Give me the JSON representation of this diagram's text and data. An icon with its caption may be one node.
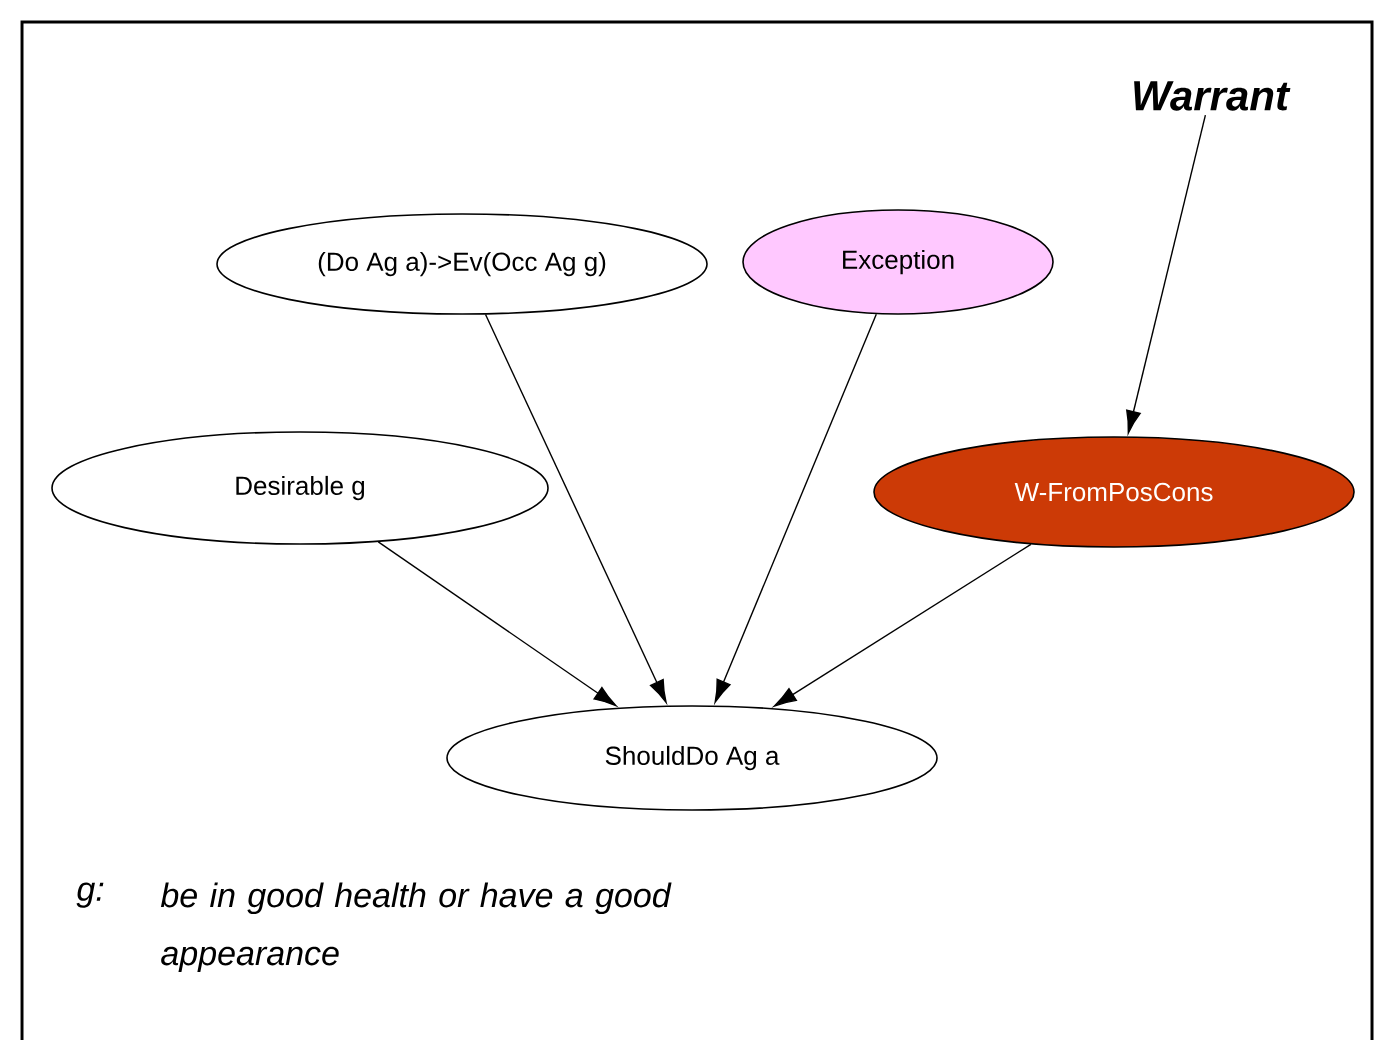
{
  "diagram": {
    "nodes": [
      {
        "text": [
          "Warrant"
        ]
      },
      {
        "text": [
          "(Do Ag a)->Ev(Occ Ag g)"
        ]
      },
      {
        "text": [
          "Exception"
        ]
      },
      {
        "text": [
          "Desirable g"
        ]
      },
      {
        "text": [
          "W-FromPosCons"
        ]
      },
      {
        "text": [
          "ShouldDo Ag a"
        ]
      }
    ],
    "edges": [
      {
        "from": 0,
        "to": 4,
        "arrow": "to"
      },
      {
        "from": 1,
        "to": 5,
        "arrow": "to"
      },
      {
        "from": 2,
        "to": 5,
        "arrow": "to"
      },
      {
        "from": 3,
        "to": 5,
        "arrow": "to"
      },
      {
        "from": 4,
        "to": 5,
        "arrow": "to"
      }
    ],
    "labels": [
      "g:",
      "be in good health or have a good appearance"
    ]
  }
}
